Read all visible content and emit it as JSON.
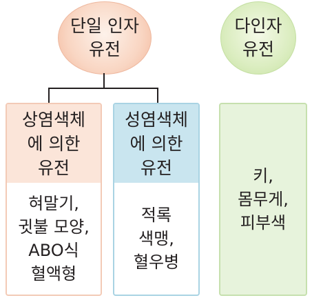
{
  "single_gene": {
    "line1": "단일 인자",
    "line2": "유전"
  },
  "multi_gene": {
    "line1": "다인자",
    "line2": "유전"
  },
  "autosomal": {
    "head": [
      "상염색체",
      "에 의한",
      "유전"
    ],
    "examples": [
      "혀말기,",
      "귓불 모양,",
      "ABO식",
      "혈액형"
    ]
  },
  "sex_linked": {
    "head": [
      "성염색체",
      "에 의한",
      "유전"
    ],
    "examples": [
      "적록",
      "색맹,",
      "혈우병"
    ]
  },
  "multifactorial": {
    "examples": [
      "키,",
      "몸무게,",
      "피부색"
    ]
  },
  "colors": {
    "single_circle": "#f9d6c3",
    "multi_circle": "#dbedc0",
    "autosomal_head": "#fbe5d9",
    "sex_head": "#c9e5ef",
    "multi_box": "#e7f3dc"
  }
}
